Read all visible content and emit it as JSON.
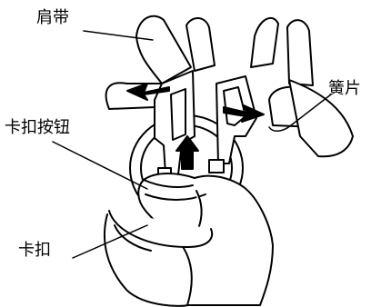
{
  "labels": {
    "strap": "肩带",
    "spring_plate": "簧片",
    "clip_button": "卡扣按钮",
    "clip": "卡扣"
  },
  "colors": {
    "line": "#000000",
    "fill": "#ffffff",
    "shade": "#bdbdbd"
  }
}
